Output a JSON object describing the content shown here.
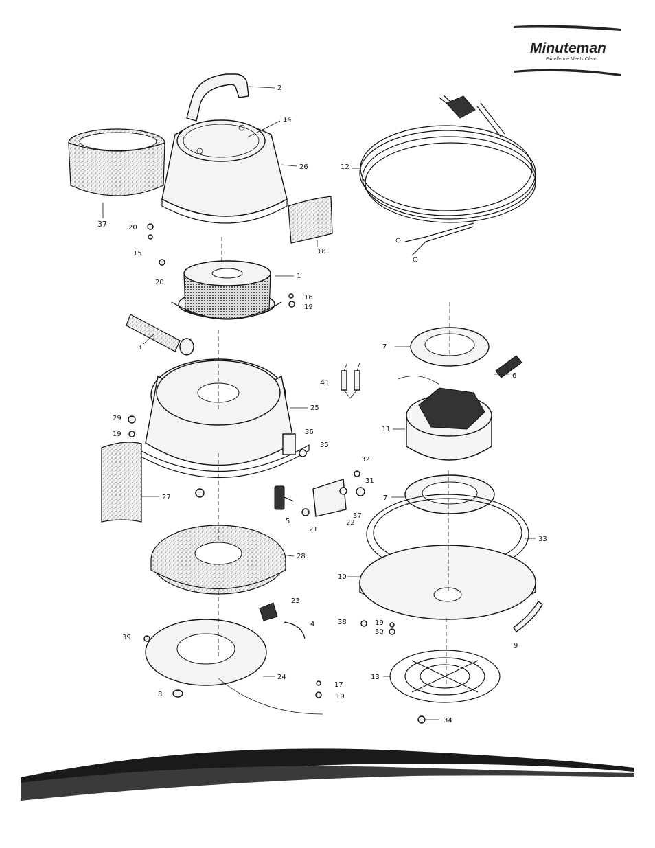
{
  "brand": {
    "name": "Minuteman",
    "tagline": "Excellence Meets Clean"
  },
  "colors": {
    "ink": "#111111",
    "swoosh": "#1a1a1a",
    "background": "#ffffff"
  },
  "callouts": {
    "c1": "1",
    "c2": "2",
    "c3": "3",
    "c4": "4",
    "c5": "5",
    "c6": "6",
    "c7a": "7",
    "c7b": "7",
    "c8": "8",
    "c9": "9",
    "c10": "10",
    "c11": "11",
    "c12": "12",
    "c13": "13",
    "c14": "14",
    "c15": "15",
    "c16": "16",
    "c17": "17",
    "c18": "18",
    "c19a": "19",
    "c19b": "19",
    "c19c": "19",
    "c19d": "19",
    "c20a": "20",
    "c20b": "20",
    "c21": "21",
    "c22": "22",
    "c23": "23",
    "c24": "24",
    "c25": "25",
    "c26": "26",
    "c27": "27",
    "c28": "28",
    "c29": "29",
    "c30": "30",
    "c31": "31",
    "c32": "32",
    "c33": "33",
    "c34": "34",
    "c35": "35",
    "c36": "36",
    "c37a": "37",
    "c37b": "37",
    "c38": "38",
    "c39": "39",
    "c41": "41"
  }
}
